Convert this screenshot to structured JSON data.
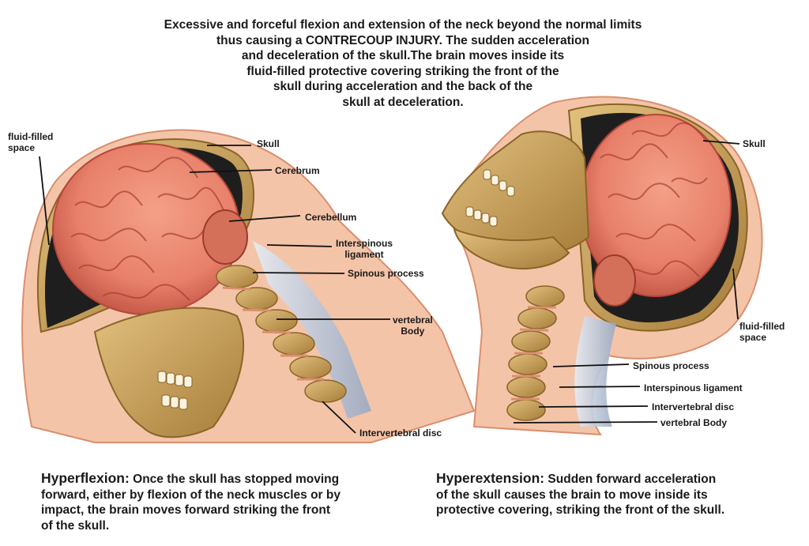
{
  "title_lines": [
    "Excessive and forceful flexion and extension of the neck beyond the normal limits",
    "thus causing a CONTRECOUP INJURY. The sudden acceleration",
    "and deceleration of the skull.The brain moves inside its",
    "fluid-filled protective covering striking the front of the",
    "skull during acceleration and the back of the",
    "skull at deceleration."
  ],
  "left_labels": {
    "fluid_space": [
      "fluid-filled",
      "space"
    ],
    "skull": "Skull",
    "cerebrum": "Cerebrum",
    "cerebellum": "Cerebellum",
    "interspinous": [
      "Interspinous",
      "ligament"
    ],
    "spinous": "Spinous process",
    "vertebral": [
      "vertebral",
      "Body"
    ],
    "disc": "Intervertebral disc"
  },
  "right_labels": {
    "skull": "Skull",
    "fluid_space": [
      "fluid-filled",
      "space"
    ],
    "spinous": "Spinous process",
    "interspinous": "Interspinous  ligament",
    "disc": "Intervertebral disc",
    "vertebral": "vertebral Body"
  },
  "captions": {
    "hyperflexion": {
      "term": "Hyperflexion:",
      "lines": [
        " Once the skull has stopped moving",
        "forward, either by flexion of the neck muscles or by",
        "impact, the brain moves forward striking the front",
        "of the skull."
      ]
    },
    "hyperextension": {
      "term": "Hyperextension:",
      "lines": [
        " Sudden forward acceleration",
        "of the skull causes the brain to move inside its",
        "protective covering, striking the front of the skull."
      ]
    }
  },
  "colors": {
    "skin": "#f4c4a8",
    "skin_edge": "#d98f6e",
    "bone": "#c9a15e",
    "bone_dark": "#8a6428",
    "brain": "#e8806a",
    "brain_dark": "#b6473a",
    "fluid_dark": "#1e1e1e",
    "ligament": "#c8d4e6"
  }
}
